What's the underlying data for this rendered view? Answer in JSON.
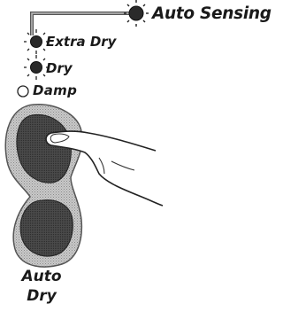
{
  "indicator_title": "Auto Sensing",
  "dryness_options": [
    {
      "label": "Extra Dry",
      "lit": true
    },
    {
      "label": "Dry",
      "lit": true
    },
    {
      "label": "Damp",
      "lit": false
    }
  ],
  "button_label": {
    "line1": "Auto",
    "line2": "Dry"
  }
}
